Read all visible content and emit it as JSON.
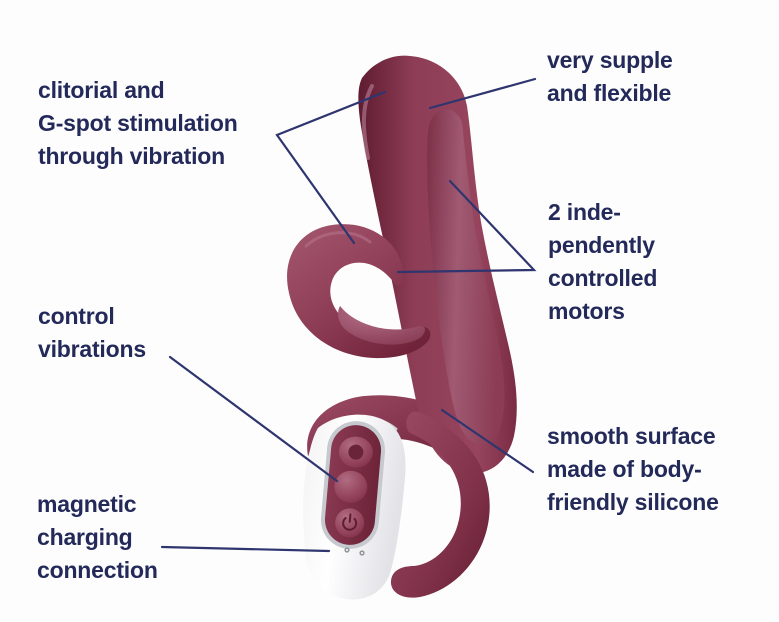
{
  "page": {
    "background": "#fdfdfd"
  },
  "colors": {
    "page_background": "#fdfdfd",
    "annotation_text": "#232959",
    "leader_line": "#2e356f",
    "body_dark": "#6f2339",
    "body_mid": "#8e3d56",
    "body_light": "#b06c82",
    "inner_panel": "#a05a72",
    "handle_white": "#ffffff",
    "chrome": "#c6c9ce"
  },
  "annotations": [
    {
      "id": "clitoral-gspot",
      "lines": [
        "clitorial and",
        "G-spot stimulation",
        "through vibration"
      ]
    },
    {
      "id": "supple-flexible",
      "lines": [
        "very supple",
        "and flexible"
      ]
    },
    {
      "id": "motors",
      "lines": [
        "2 inde-",
        "pendently",
        "controlled",
        "motors"
      ]
    },
    {
      "id": "control-vibrations",
      "lines": [
        "control",
        "vibrations"
      ]
    },
    {
      "id": "magnetic-charging",
      "lines": [
        "magnetic",
        "charging",
        "connection"
      ]
    },
    {
      "id": "smooth-surface",
      "lines": [
        "smooth surface",
        "made of body-",
        "friendly silicone"
      ]
    }
  ],
  "illustration": {
    "description": "rabbit-style massager, dark red silicone body with white handle, three-button control panel and magnetic charging contacts",
    "icons": {
      "power": "power-icon"
    }
  }
}
